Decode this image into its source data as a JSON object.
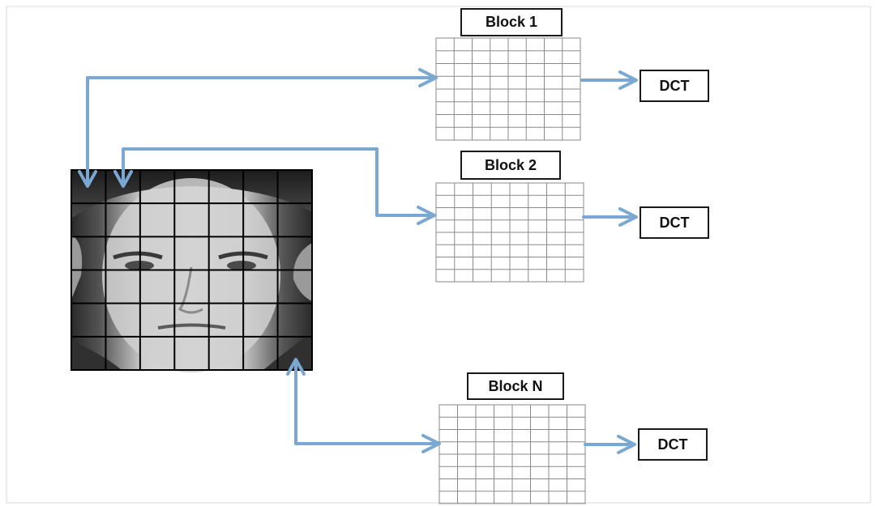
{
  "blocks": [
    {
      "label": "Block 1",
      "output": "DCT"
    },
    {
      "label": "Block 2",
      "output": "DCT"
    },
    {
      "label": "Block N",
      "output": "DCT"
    }
  ],
  "colors": {
    "arrow": "#7ba7d3",
    "grid_line": "#8a8a8a",
    "face_grid": "#000000",
    "box_border": "#1a1a1a",
    "frame": "#d9d9d9"
  }
}
